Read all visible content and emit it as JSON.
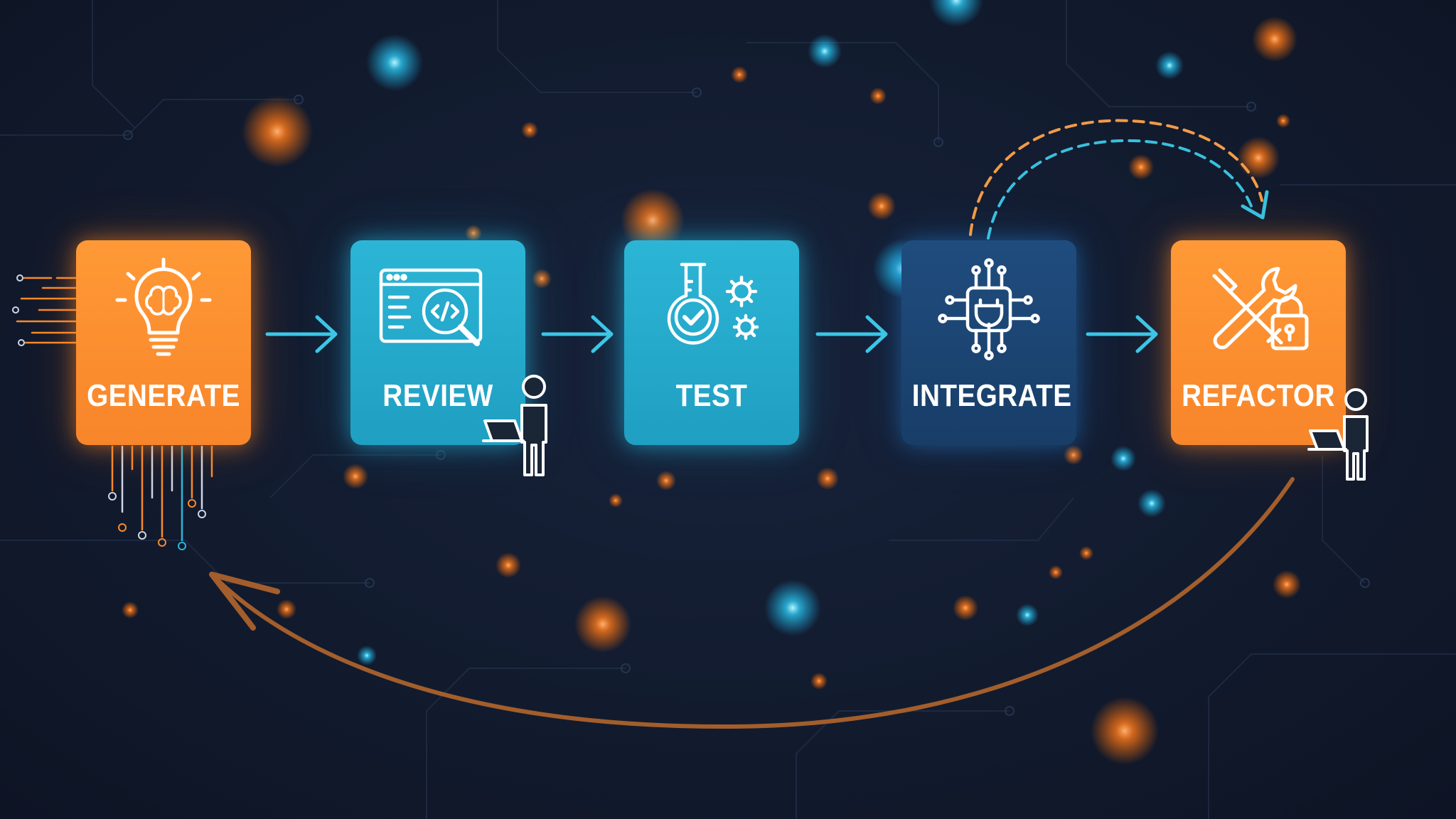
{
  "stages": [
    {
      "id": "generate",
      "label": "GENERATE",
      "icon": "lightbulb-brain-icon",
      "color": "#f98a2c"
    },
    {
      "id": "review",
      "label": "REVIEW",
      "icon": "code-review-magnifier-icon",
      "color": "#26aacd"
    },
    {
      "id": "test",
      "label": "TEST",
      "icon": "flask-gears-icon",
      "color": "#26aacd"
    },
    {
      "id": "integrate",
      "label": "INTEGRATE",
      "icon": "chip-plug-icon",
      "color": "#1c4673"
    },
    {
      "id": "refactor",
      "label": "REFACTOR",
      "icon": "wrench-lock-icon",
      "color": "#f98a2c"
    }
  ],
  "colors": {
    "background": "#111a2c",
    "accent_orange": "#f98a2c",
    "accent_cyan": "#2bb8dc",
    "loop_arrow": "#a35e2c"
  }
}
